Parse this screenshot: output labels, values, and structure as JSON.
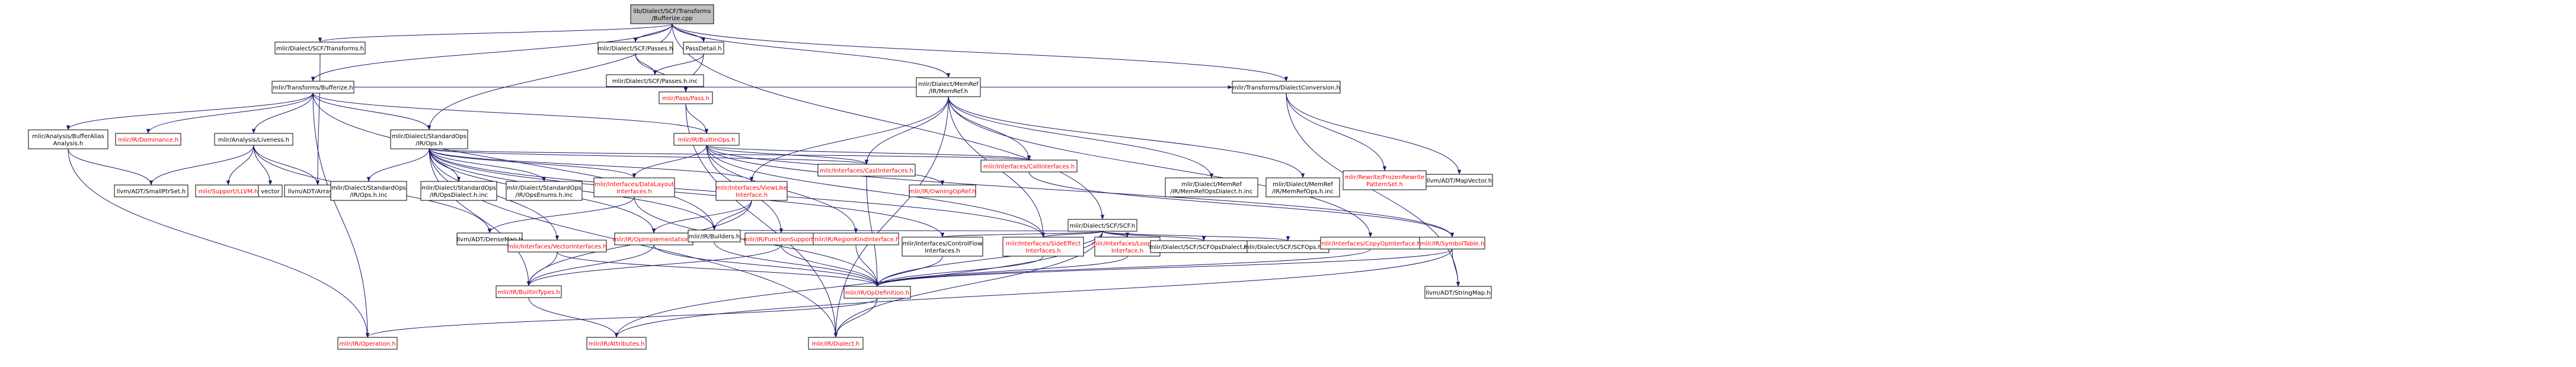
{
  "graph": {
    "title": "lib/Dialect/SCF/Transforms/Bufferize.cpp",
    "colors": {
      "root_fill": "#bfbfbf",
      "node_fill": "#ffffff",
      "node_border": "#000000",
      "edge": "#191970",
      "linked_text": "#000000",
      "missing_text": "#ff0000"
    },
    "nodes": [
      {
        "id": "root",
        "lines": [
          "lib/Dialect/SCF/Transforms",
          "/Bufferize.cpp"
        ],
        "style": "root"
      },
      {
        "id": "scf_transforms",
        "lines": [
          "mlir/Dialect/SCF/Transforms.h"
        ],
        "style": "black"
      },
      {
        "id": "scf_passes",
        "lines": [
          "mlir/Dialect/SCF/Passes.h"
        ],
        "style": "black"
      },
      {
        "id": "passdetail",
        "lines": [
          "PassDetail.h"
        ],
        "style": "black"
      },
      {
        "id": "bufferize_h",
        "lines": [
          "mlir/Transforms/Bufferize.h"
        ],
        "style": "black"
      },
      {
        "id": "memref",
        "lines": [
          "mlir/Dialect/MemRef",
          "/IR/MemRef.h"
        ],
        "style": "black"
      },
      {
        "id": "dialect_conv",
        "lines": [
          "mlir/Transforms/DialectConversion.h"
        ],
        "style": "black"
      },
      {
        "id": "scf_passes_inc",
        "lines": [
          "mlir/Dialect/SCF/Passes.h.inc"
        ],
        "style": "black"
      },
      {
        "id": "pass_h",
        "lines": [
          "mlir/Pass/Pass.h"
        ],
        "style": "red"
      },
      {
        "id": "buffer_alias",
        "lines": [
          "mlir/Analysis/BufferAlias",
          "Analysis.h"
        ],
        "style": "black"
      },
      {
        "id": "dominance",
        "lines": [
          "mlir/IR/Dominance.h"
        ],
        "style": "red"
      },
      {
        "id": "liveness",
        "lines": [
          "mlir/Analysis/Liveness.h"
        ],
        "style": "black"
      },
      {
        "id": "std_ops",
        "lines": [
          "mlir/Dialect/StandardOps",
          "/IR/Ops.h"
        ],
        "style": "black"
      },
      {
        "id": "builtin_ops",
        "lines": [
          "mlir/IR/BuiltinOps.h"
        ],
        "style": "red"
      },
      {
        "id": "scf_h",
        "lines": [
          "mlir/Dialect/SCF/SCF.h"
        ],
        "style": "black"
      },
      {
        "id": "llvm_smallptrset",
        "lines": [
          "llvm/ADT/SmallPtrSet.h"
        ],
        "style": "gray"
      },
      {
        "id": "support_llvm",
        "lines": [
          "mlir/Support/LLVM.h"
        ],
        "style": "red"
      },
      {
        "id": "vector",
        "lines": [
          "vector"
        ],
        "style": "gray"
      },
      {
        "id": "llvm_arrayref",
        "lines": [
          "llvm/ADT/ArrayRef.h"
        ],
        "style": "gray"
      },
      {
        "id": "std_ops_h_inc",
        "lines": [
          "mlir/Dialect/StandardOps",
          "/IR/Ops.h.inc"
        ],
        "style": "black"
      },
      {
        "id": "std_ops_dialect_inc",
        "lines": [
          "mlir/Dialect/StandardOps",
          "/IR/OpsDialect.h.inc"
        ],
        "style": "black"
      },
      {
        "id": "std_ops_enums_inc",
        "lines": [
          "mlir/Dialect/StandardOps",
          "/IR/OpsEnums.h.inc"
        ],
        "style": "black"
      },
      {
        "id": "datalayout_if",
        "lines": [
          "mlir/Interfaces/DataLayout",
          "Interfaces.h"
        ],
        "style": "red"
      },
      {
        "id": "viewlike_if",
        "lines": [
          "mlir/Interfaces/ViewLike",
          "Interface.h"
        ],
        "style": "red"
      },
      {
        "id": "cast_if",
        "lines": [
          "mlir/Interfaces/CastInterfaces.h"
        ],
        "style": "red"
      },
      {
        "id": "owning_op_ref",
        "lines": [
          "mlir/IR/OwningOpRef.h"
        ],
        "style": "red"
      },
      {
        "id": "call_if",
        "lines": [
          "mlir/Interfaces/CallInterfaces.h"
        ],
        "style": "red"
      },
      {
        "id": "memref_dialect_inc",
        "lines": [
          "mlir/Dialect/MemRef",
          "/IR/MemRefOpsDialect.h.inc"
        ],
        "style": "black"
      },
      {
        "id": "memref_ops_inc",
        "lines": [
          "mlir/Dialect/MemRef",
          "/IR/MemRefOps.h.inc"
        ],
        "style": "black"
      },
      {
        "id": "rewrite_frozen",
        "lines": [
          "mlir/Rewrite/FrozenRewrite",
          "PatternSet.h"
        ],
        "style": "red"
      },
      {
        "id": "llvm_mapvector",
        "lines": [
          "llvm/ADT/MapVector.h"
        ],
        "style": "gray"
      },
      {
        "id": "llvm_densemap",
        "lines": [
          "llvm/ADT/DenseMap.h"
        ],
        "style": "gray"
      },
      {
        "id": "vector_if",
        "lines": [
          "mlir/Interfaces/VectorInterfaces.h"
        ],
        "style": "red"
      },
      {
        "id": "op_impl",
        "lines": [
          "mlir/IR/OpImplementation.h"
        ],
        "style": "red"
      },
      {
        "id": "builders",
        "lines": [
          "mlir/IR/Builders.h"
        ],
        "style": "black"
      },
      {
        "id": "func_support",
        "lines": [
          "mlir/IR/FunctionSupport.h"
        ],
        "style": "red"
      },
      {
        "id": "region_kind",
        "lines": [
          "mlir/IR/RegionKindInterface.h"
        ],
        "style": "red"
      },
      {
        "id": "control_flow",
        "lines": [
          "mlir/Interfaces/ControlFlow",
          "Interfaces.h"
        ],
        "style": "black"
      },
      {
        "id": "side_effect",
        "lines": [
          "mlir/Interfaces/SideEffect",
          "Interfaces.h"
        ],
        "style": "red"
      },
      {
        "id": "loop_like",
        "lines": [
          "mlir/Interfaces/LoopLike",
          "Interface.h"
        ],
        "style": "red"
      },
      {
        "id": "scf_ops_dialect_inc",
        "lines": [
          "mlir/Dialect/SCF/SCFOpsDialect.h.inc"
        ],
        "style": "black"
      },
      {
        "id": "scf_ops_inc",
        "lines": [
          "mlir/Dialect/SCF/SCFOps.h.inc"
        ],
        "style": "black"
      },
      {
        "id": "copy_op_if",
        "lines": [
          "mlir/Interfaces/CopyOpInterface.h"
        ],
        "style": "red"
      },
      {
        "id": "symbol_table",
        "lines": [
          "mlir/IR/SymbolTable.h"
        ],
        "style": "red"
      },
      {
        "id": "builtin_types",
        "lines": [
          "mlir/IR/BuiltinTypes.h"
        ],
        "style": "red"
      },
      {
        "id": "op_definition",
        "lines": [
          "mlir/IR/OpDefinition.h"
        ],
        "style": "red"
      },
      {
        "id": "llvm_stringmap",
        "lines": [
          "llvm/ADT/StringMap.h"
        ],
        "style": "gray"
      },
      {
        "id": "operation_h",
        "lines": [
          "mlir/IR/Operation.h"
        ],
        "style": "red"
      },
      {
        "id": "attributes_h",
        "lines": [
          "mlir/IR/Attributes.h"
        ],
        "style": "red"
      },
      {
        "id": "dialect_h",
        "lines": [
          "mlir/IR/Dialect.h"
        ],
        "style": "red"
      }
    ],
    "edges": [
      [
        "root",
        "scf_transforms"
      ],
      [
        "root",
        "scf_passes"
      ],
      [
        "root",
        "passdetail"
      ],
      [
        "root",
        "bufferize_h"
      ],
      [
        "root",
        "memref"
      ],
      [
        "root",
        "dialect_conv"
      ],
      [
        "root",
        "std_ops"
      ],
      [
        "root",
        "scf_h"
      ],
      [
        "scf_transforms",
        "llvm_arrayref"
      ],
      [
        "scf_passes",
        "scf_passes_inc"
      ],
      [
        "scf_passes",
        "pass_h"
      ],
      [
        "passdetail",
        "scf_passes_inc"
      ],
      [
        "passdetail",
        "pass_h"
      ],
      [
        "pass_h",
        "builtin_ops"
      ],
      [
        "pass_h",
        "dialect_h"
      ],
      [
        "bufferize_h",
        "buffer_alias"
      ],
      [
        "bufferize_h",
        "dominance"
      ],
      [
        "bufferize_h",
        "liveness"
      ],
      [
        "bufferize_h",
        "std_ops"
      ],
      [
        "bufferize_h",
        "builtin_ops"
      ],
      [
        "bufferize_h",
        "dialect_conv"
      ],
      [
        "bufferize_h",
        "builders"
      ],
      [
        "bufferize_h",
        "operation_h"
      ],
      [
        "buffer_alias",
        "llvm_smallptrset"
      ],
      [
        "buffer_alias",
        "operation_h"
      ],
      [
        "liveness",
        "llvm_smallptrset"
      ],
      [
        "liveness",
        "support_llvm"
      ],
      [
        "liveness",
        "vector"
      ],
      [
        "liveness",
        "llvm_arrayref"
      ],
      [
        "liveness",
        "llvm_densemap"
      ],
      [
        "std_ops",
        "std_ops_h_inc"
      ],
      [
        "std_ops",
        "std_ops_dialect_inc"
      ],
      [
        "std_ops",
        "std_ops_enums_inc"
      ],
      [
        "std_ops",
        "datalayout_if"
      ],
      [
        "std_ops",
        "viewlike_if"
      ],
      [
        "std_ops",
        "cast_if"
      ],
      [
        "std_ops",
        "call_if"
      ],
      [
        "std_ops",
        "vector_if"
      ],
      [
        "std_ops",
        "op_impl"
      ],
      [
        "std_ops",
        "builders"
      ],
      [
        "std_ops",
        "builtin_types"
      ],
      [
        "std_ops",
        "control_flow"
      ],
      [
        "std_ops",
        "side_effect"
      ],
      [
        "std_ops",
        "dialect_h"
      ],
      [
        "builtin_ops",
        "datalayout_if"
      ],
      [
        "builtin_ops",
        "cast_if"
      ],
      [
        "builtin_ops",
        "owning_op_ref"
      ],
      [
        "builtin_ops",
        "call_if"
      ],
      [
        "builtin_ops",
        "func_support"
      ],
      [
        "builtin_ops",
        "region_kind"
      ],
      [
        "builtin_ops",
        "symbol_table"
      ],
      [
        "builtin_ops",
        "side_effect"
      ],
      [
        "memref",
        "viewlike_if"
      ],
      [
        "memref",
        "cast_if"
      ],
      [
        "memref",
        "call_if"
      ],
      [
        "memref",
        "memref_dialect_inc"
      ],
      [
        "memref",
        "memref_ops_inc"
      ],
      [
        "memref",
        "copy_op_if"
      ],
      [
        "memref",
        "side_effect"
      ],
      [
        "memref",
        "dialect_h"
      ],
      [
        "dialect_conv",
        "rewrite_frozen"
      ],
      [
        "dialect_conv",
        "llvm_mapvector"
      ],
      [
        "dialect_conv",
        "llvm_stringmap"
      ],
      [
        "scf_h",
        "control_flow"
      ],
      [
        "scf_h",
        "side_effect"
      ],
      [
        "scf_h",
        "loop_like"
      ],
      [
        "scf_h",
        "scf_ops_dialect_inc"
      ],
      [
        "scf_h",
        "scf_ops_inc"
      ],
      [
        "scf_h",
        "builders"
      ],
      [
        "scf_h",
        "op_definition"
      ],
      [
        "scf_h",
        "attributes_h"
      ],
      [
        "scf_h",
        "dialect_h"
      ],
      [
        "datalayout_if",
        "llvm_densemap"
      ],
      [
        "datalayout_if",
        "op_definition"
      ],
      [
        "viewlike_if",
        "op_impl"
      ],
      [
        "viewlike_if",
        "builders"
      ],
      [
        "viewlike_if",
        "builtin_types"
      ],
      [
        "cast_if",
        "op_definition"
      ],
      [
        "call_if",
        "symbol_table"
      ],
      [
        "vector_if",
        "builtin_types"
      ],
      [
        "vector_if",
        "op_definition"
      ],
      [
        "op_impl",
        "builtin_types"
      ],
      [
        "op_impl",
        "op_definition"
      ],
      [
        "builders",
        "op_definition"
      ],
      [
        "func_support",
        "builtin_types"
      ],
      [
        "func_support",
        "op_definition"
      ],
      [
        "region_kind",
        "op_definition"
      ],
      [
        "control_flow",
        "op_definition"
      ],
      [
        "side_effect",
        "op_definition"
      ],
      [
        "loop_like",
        "op_definition"
      ],
      [
        "copy_op_if",
        "op_definition"
      ],
      [
        "symbol_table",
        "op_definition"
      ],
      [
        "symbol_table",
        "llvm_stringmap"
      ],
      [
        "symbol_table",
        "attributes_h"
      ],
      [
        "builtin_types",
        "attributes_h"
      ],
      [
        "op_definition",
        "operation_h"
      ],
      [
        "op_definition",
        "dialect_h"
      ]
    ]
  }
}
